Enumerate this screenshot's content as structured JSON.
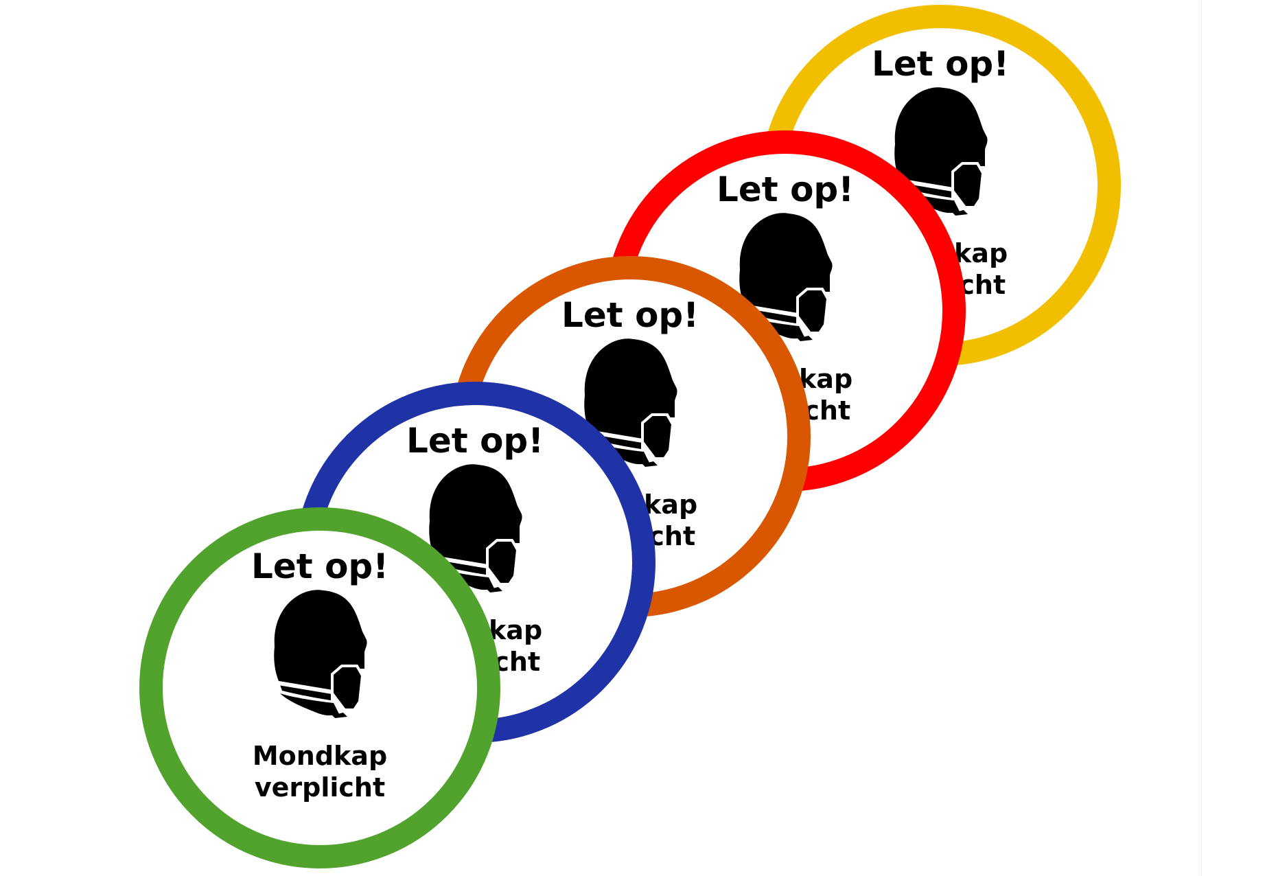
{
  "signs": [
    {
      "ring_color": "#f2bf00",
      "heading": "Let op!",
      "line1": "Mondkap",
      "line2": "verplicht"
    },
    {
      "ring_color": "#ff0000",
      "heading": "Let op!",
      "line1": "Mondkap",
      "line2": "verplicht"
    },
    {
      "ring_color": "#d95700",
      "heading": "Let op!",
      "line1": "Mondkap",
      "line2": "verplicht"
    },
    {
      "ring_color": "#1f33a6",
      "heading": "Let op!",
      "line1": "Mondkap",
      "line2": "verplicht"
    },
    {
      "ring_color": "#52a32e",
      "heading": "Let op!",
      "line1": "Mondkap",
      "line2": "verplicht"
    }
  ]
}
